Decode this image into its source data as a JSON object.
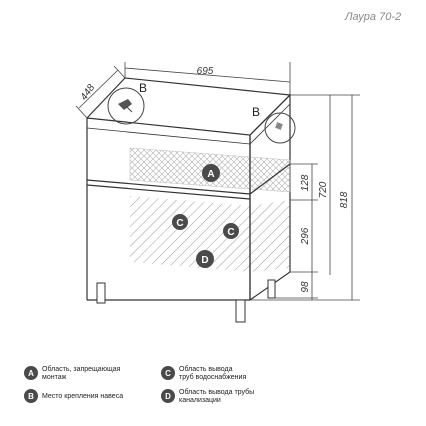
{
  "title": "Лаура 70-2",
  "dimensions": {
    "width": "695",
    "depth": "448",
    "height_total": "818",
    "height_body": "720",
    "zone_top": "128",
    "zone_mid": "296",
    "legs": "98"
  },
  "markers": {
    "a": "A",
    "b": "B",
    "c": "C",
    "d": "D"
  },
  "legend": [
    {
      "letter": "A",
      "line1": "Область, запрещающая",
      "line2": "монтаж"
    },
    {
      "letter": "B",
      "line1": "Место крепления навеса",
      "line2": ""
    },
    {
      "letter": "C",
      "line1": "Область вывода",
      "line2": "труб водоснабжения"
    },
    {
      "letter": "D",
      "line1": "Область вывода трубы",
      "line2": "канализации"
    }
  ],
  "colors": {
    "line": "#333333",
    "badge": "#4a4a4a",
    "hatch": "#9a9a9a",
    "title": "#8a8a8a"
  }
}
